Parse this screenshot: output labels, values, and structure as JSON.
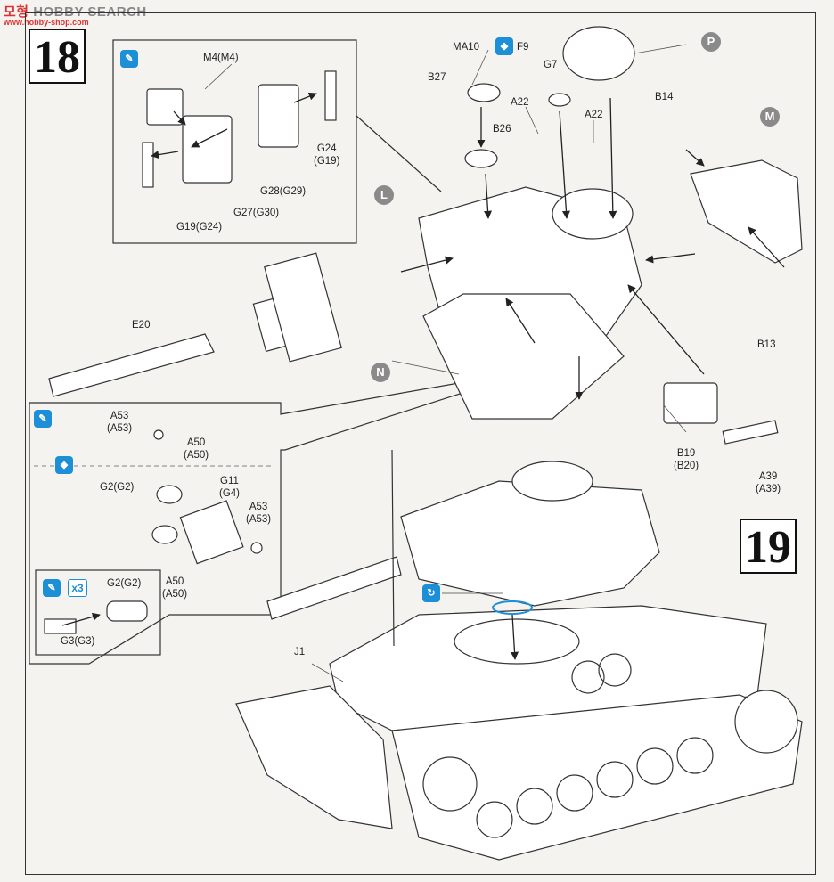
{
  "watermark": {
    "cn": "모형",
    "en": "HOBBY SEARCH",
    "sub": "www.hobby-shop.com"
  },
  "steps": {
    "a": "18",
    "b": "19"
  },
  "markers": {
    "L": "L",
    "M": "M",
    "N": "N",
    "P": "P"
  },
  "icons": {
    "glue": "glue-icon",
    "option": "option-icon",
    "rotate": "rotate-icon",
    "x3": "x3"
  },
  "labels": {
    "m4": "M4(M4)",
    "g24": "G24",
    "g19p": "(G19)",
    "g28": "G28(G29)",
    "g27": "G27(G30)",
    "g19": "G19(G24)",
    "ma10": "MA10",
    "f9": "F9",
    "b27": "B27",
    "g7": "G7",
    "a22a": "A22",
    "a22b": "A22",
    "b26": "B26",
    "b14": "B14",
    "e20": "E20",
    "b13": "B13",
    "a53": "A53",
    "a53p": "(A53)",
    "a50": "A50",
    "a50p": "(A50)",
    "g2": "G2(G2)",
    "g11": "G11",
    "g4p": "(G4)",
    "a53b": "A53",
    "a53bp": "(A53)",
    "a50b": "A50",
    "a50bp": "(A50)",
    "b19": "B19",
    "b20p": "(B20)",
    "a39": "A39",
    "a39p": "(A39)",
    "g2b": "G2(G2)",
    "g3": "G3(G3)",
    "j1": "J1"
  }
}
